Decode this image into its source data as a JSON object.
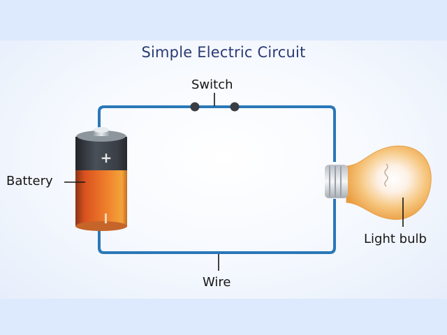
{
  "title": "Simple Electric Circuit",
  "labels": {
    "switch": "Switch",
    "battery": "Battery",
    "light_bulb": "Light bulb",
    "wire": "Wire"
  },
  "battery": {
    "positive_symbol": "+",
    "negative_symbol": "I"
  },
  "colors": {
    "wire": "#2a78b8",
    "title": "#2a3a74",
    "battery_top": "#3c4148",
    "battery_body": "#e8792e",
    "bulb_glass": "#f4b35a",
    "background": "#dde9fc"
  }
}
